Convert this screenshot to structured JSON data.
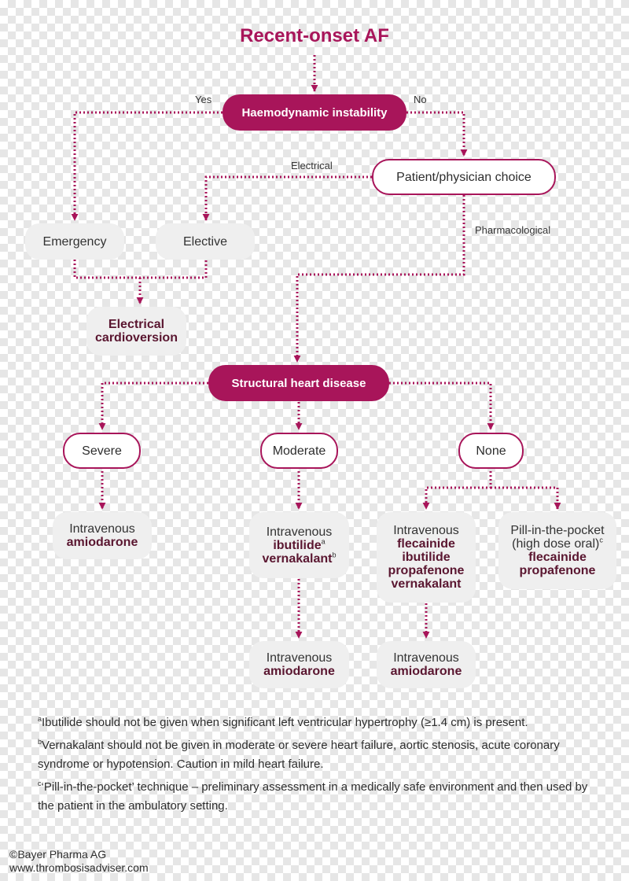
{
  "title": "Recent-onset AF",
  "nodes": {
    "haemodynamic_instability": "Haemodynamic instability",
    "patient_physician_choice": "Patient/physician choice",
    "emergency": "Emergency",
    "elective": "Elective",
    "electrical_cardioversion": [
      "Electrical",
      "cardioversion"
    ],
    "structural_heart_disease": "Structural heart disease",
    "severe": "Severe",
    "moderate": "Moderate",
    "none": "None",
    "severe_treatment": {
      "route": "Intravenous",
      "drug": "amiodarone"
    },
    "moderate_treatment": {
      "route": "Intravenous",
      "drug1": "ibutilide",
      "drug1_sup": "a",
      "drug2": "vernakalant",
      "drug2_sup": "b"
    },
    "none_iv_treatment": {
      "route": "Intravenous",
      "drugs": [
        "flecainide",
        "ibutilide",
        "propafenone",
        "vernakalant"
      ]
    },
    "pill_in_pocket": {
      "line1": "Pill-in-the-pocket",
      "line2": "(high dose oral)",
      "line2_sup": "c",
      "drugs": [
        "flecainide",
        "propafenone"
      ]
    },
    "moderate_followup": {
      "route": "Intravenous",
      "drug": "amiodarone"
    },
    "none_followup": {
      "route": "Intravenous",
      "drug": "amiodarone"
    }
  },
  "edge_labels": {
    "yes": "Yes",
    "no": "No",
    "electrical": "Electrical",
    "pharmacological": "Pharmacological"
  },
  "footnotes": [
    {
      "mark": "a",
      "text": "Ibutilide should not be given when significant left ventricular hypertrophy (≥1.4 cm) is present."
    },
    {
      "mark": "b",
      "text": "Vernakalant should not be given in moderate or severe heart failure, aortic stenosis, acute coronary syndrome or hypotension. Caution in mild heart failure."
    },
    {
      "mark": "c",
      "text": "‘Pill-in-the-pocket’ technique – preliminary assessment in a medically safe environment and then used by the patient in the ambulatory setting."
    }
  ],
  "copyright": "©Bayer Pharma AG",
  "website": "www.thrombosisadviser.com",
  "colors": {
    "accent": "#a8155a",
    "box_grey": "#efefef",
    "text": "#2d2d2d"
  }
}
